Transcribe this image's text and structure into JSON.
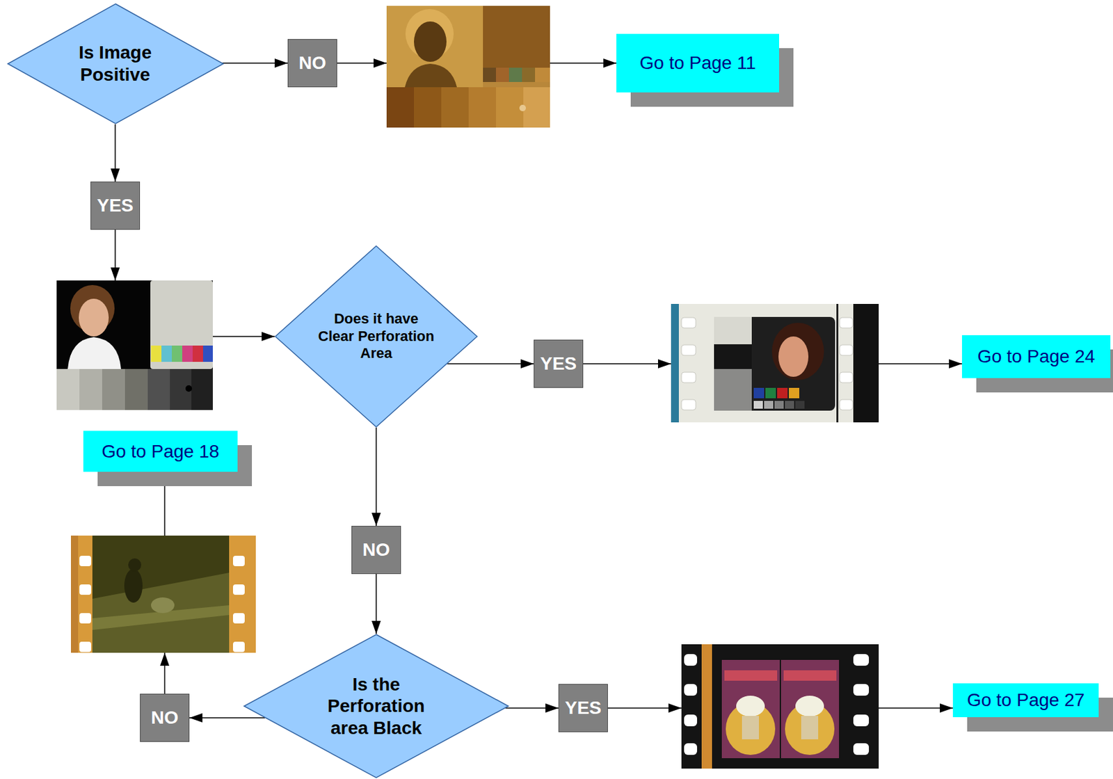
{
  "diagram": {
    "nodes": [
      {
        "text": [
          "Is Image Positive"
        ]
      },
      {
        "text": [
          "NO"
        ]
      },
      {
        "text": [
          "Go to Page 11"
        ]
      },
      {
        "text": [
          "YES"
        ]
      },
      {
        "text": [
          "Does it have Clear Perforation Area"
        ]
      },
      {
        "text": [
          "YES"
        ]
      },
      {
        "text": [
          "Go to Page 24"
        ]
      },
      {
        "text": [
          "Go to Page 18"
        ]
      },
      {
        "text": [
          "NO"
        ]
      },
      {
        "text": [
          "Is the Perforation area Black"
        ]
      },
      {
        "text": [
          "NO"
        ]
      },
      {
        "text": [
          "YES"
        ]
      },
      {
        "text": [
          "Go to Page 27"
        ]
      }
    ],
    "edges": [
      {
        "from": 0,
        "to": 1,
        "arrow": "to"
      },
      {
        "from": 1,
        "to": 2,
        "arrow": "to"
      },
      {
        "from": 0,
        "to": 3,
        "arrow": "to"
      },
      {
        "from": 3,
        "to": 4,
        "arrow": "to"
      },
      {
        "from": 4,
        "to": 5,
        "arrow": "to"
      },
      {
        "from": 5,
        "to": 6,
        "arrow": "to"
      },
      {
        "from": 4,
        "to": 8,
        "arrow": "to"
      },
      {
        "from": 8,
        "to": 9,
        "arrow": "to"
      },
      {
        "from": 9,
        "to": 10,
        "arrow": "to"
      },
      {
        "from": 10,
        "to": 7,
        "arrow": "to"
      },
      {
        "from": 9,
        "to": 11,
        "arrow": "to"
      },
      {
        "from": 11,
        "to": 12,
        "arrow": "to"
      }
    ]
  }
}
